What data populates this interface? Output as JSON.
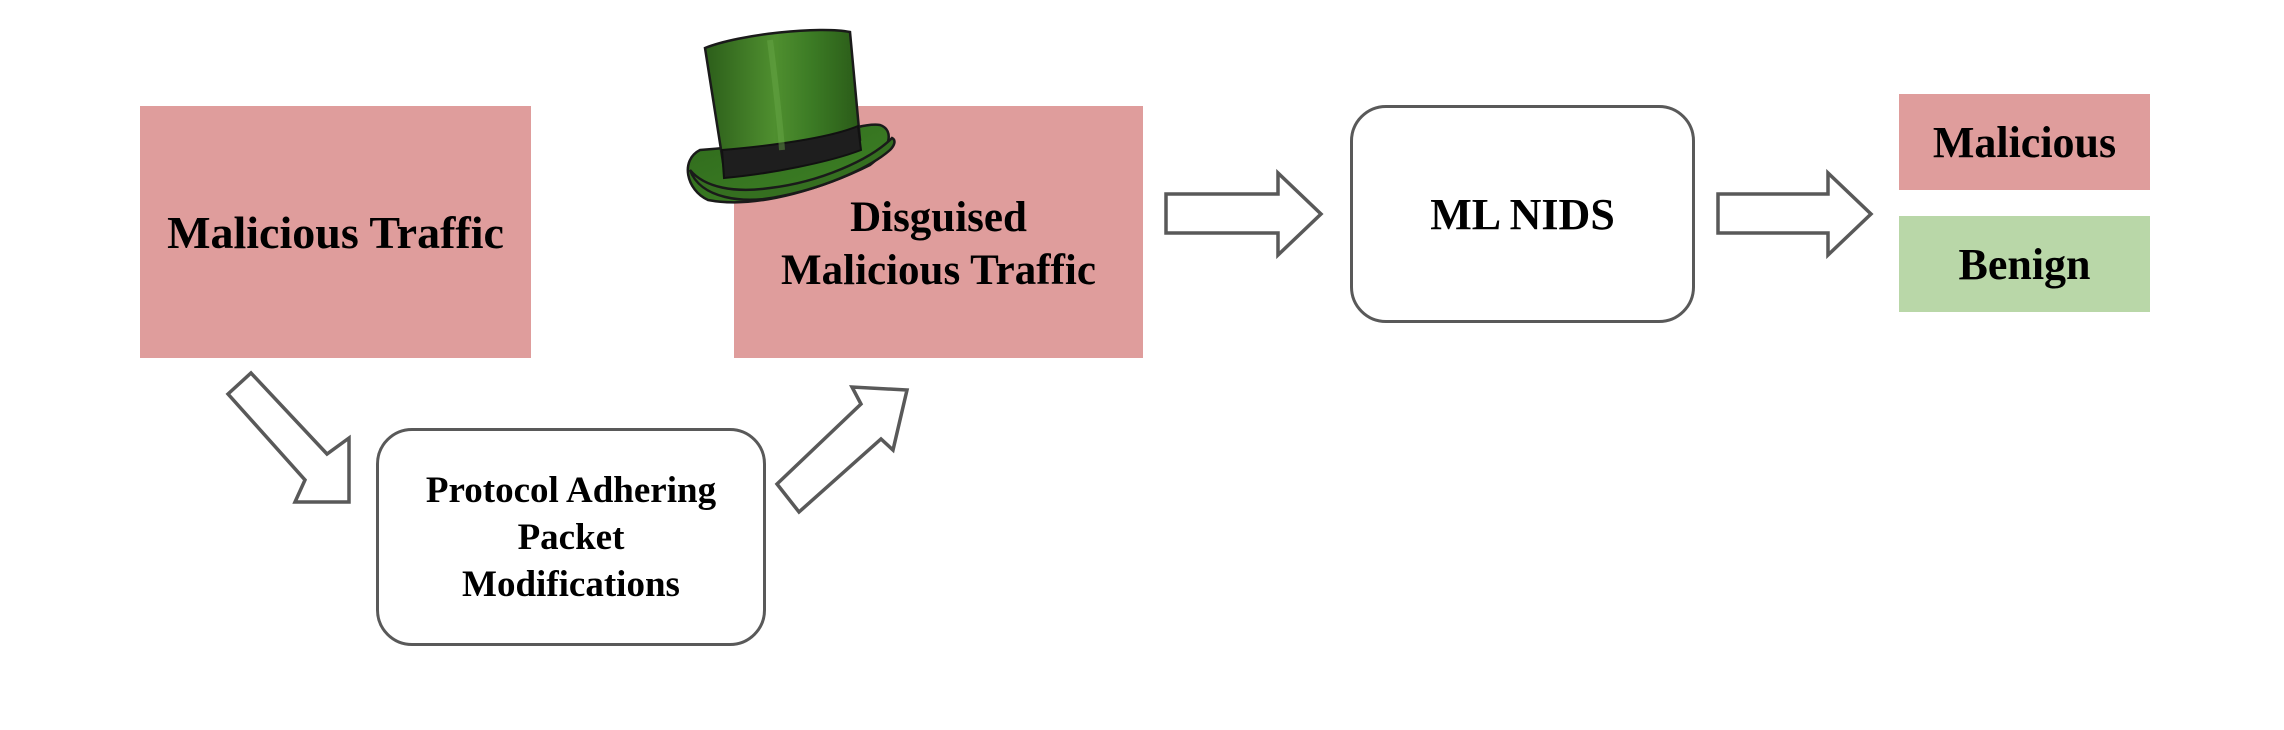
{
  "nodes": {
    "malicious_traffic": "Malicious Traffic",
    "disguised_line1": "Disguised",
    "disguised_line2": "Malicious Traffic",
    "protocol_line1": "Protocol Adhering",
    "protocol_line2": "Packet",
    "protocol_line3": "Modifications",
    "ml_nids": "ML NIDS",
    "output_malicious": "Malicious",
    "output_benign": "Benign"
  },
  "icons": {
    "disguise": "green-top-hat-icon",
    "flow": "block-arrow-icon"
  },
  "colors": {
    "malicious_fill": "#df9d9c",
    "benign_fill": "#b9d7a8",
    "border": "#595959",
    "hat_green": "#3b7a24",
    "hat_band": "#1e1e1e"
  }
}
